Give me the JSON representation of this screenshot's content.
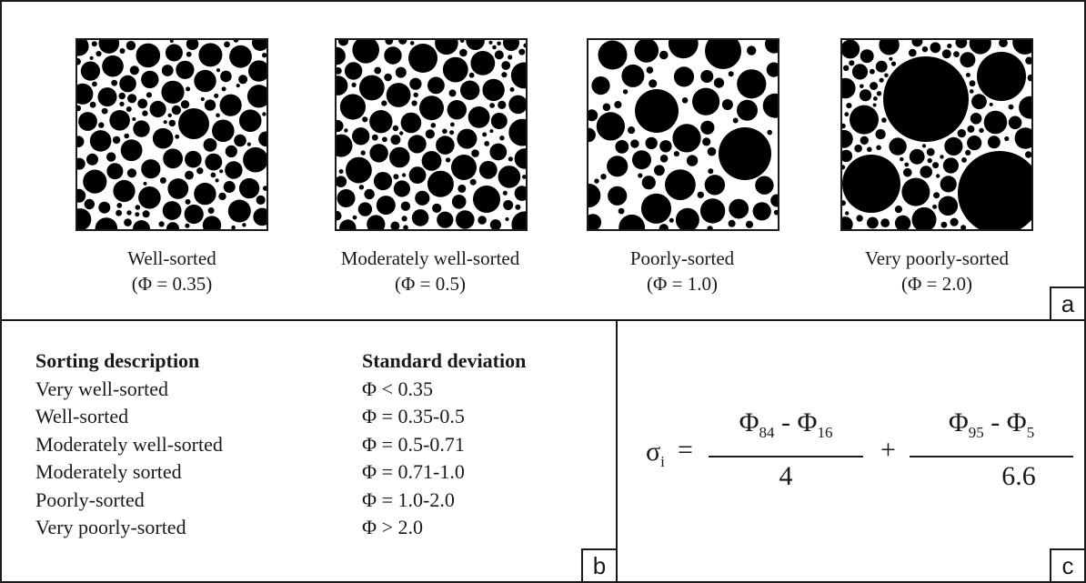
{
  "panel_a": {
    "tag": "a",
    "samples": [
      {
        "label": "Well-sorted",
        "phi": "(Φ = 0.35)"
      },
      {
        "label": "Moderately well-sorted",
        "phi": "(Φ = 0.5)"
      },
      {
        "label": "Poorly-sorted",
        "phi": "(Φ = 1.0)"
      },
      {
        "label": "Very poorly-sorted",
        "phi": "(Φ = 2.0)"
      }
    ]
  },
  "panel_b": {
    "tag": "b",
    "header_description": "Sorting description",
    "header_deviation": "Standard deviation",
    "rows": [
      {
        "description": "Very well-sorted",
        "deviation": "Φ < 0.35"
      },
      {
        "description": "Well-sorted",
        "deviation": "Φ = 0.35-0.5"
      },
      {
        "description": "Moderately well-sorted",
        "deviation": "Φ = 0.5-0.71"
      },
      {
        "description": "Moderately sorted",
        "deviation": "Φ = 0.71-1.0"
      },
      {
        "description": "Poorly-sorted",
        "deviation": "Φ = 1.0-2.0"
      },
      {
        "description": "Very poorly-sorted",
        "deviation": "Φ > 2.0"
      }
    ]
  },
  "panel_c": {
    "tag": "c",
    "sigma": "σ",
    "sigma_sub": "i",
    "equals": "=",
    "plus": "+",
    "frac1": {
      "phi_a": "Φ",
      "sub_a": "84",
      "minus": "-",
      "phi_b": "Φ",
      "sub_b": "16",
      "den": "4"
    },
    "frac2": {
      "phi_a": "Φ",
      "sub_a": "95",
      "minus": "-",
      "phi_b": "Φ",
      "sub_b": "5",
      "den": "6.6"
    }
  }
}
